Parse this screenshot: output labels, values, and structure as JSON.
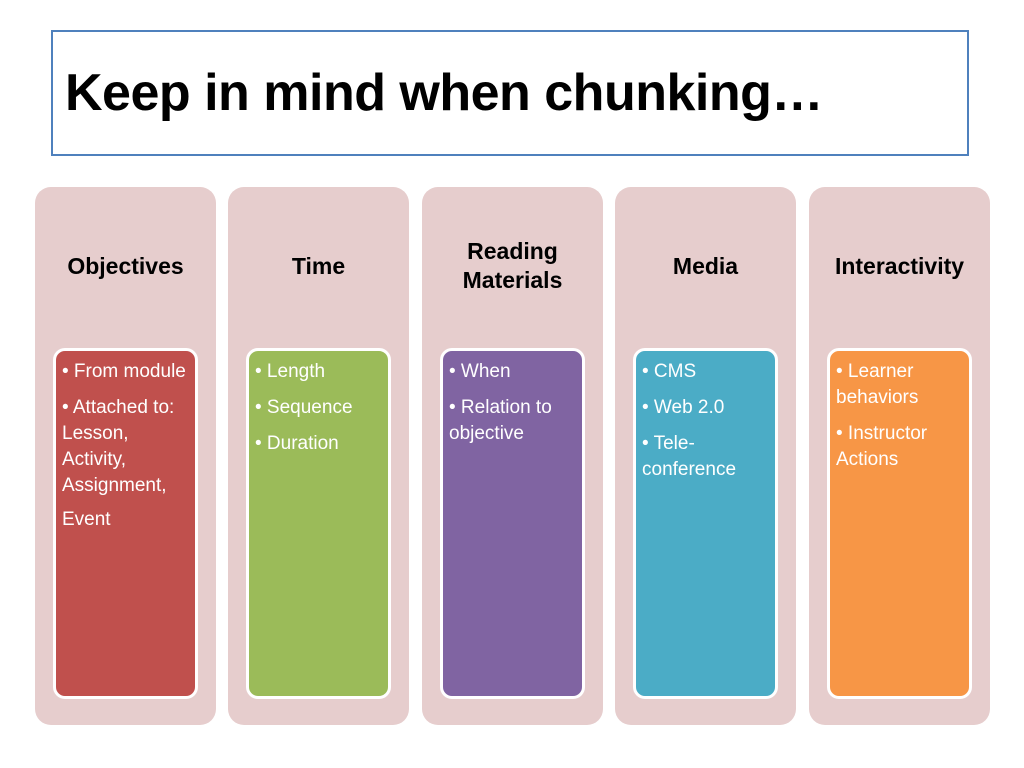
{
  "title": "Keep in mind when chunking…",
  "columns": [
    {
      "label_lines": [
        "Objectives"
      ],
      "color": "#c0504d",
      "items": [
        "• From module",
        "• Attached to: Lesson, Activity, Assignment,",
        "Event"
      ]
    },
    {
      "label_lines": [
        "Time"
      ],
      "color": "#9bbb59",
      "items": [
        "• Length",
        "• Sequence",
        "• Duration"
      ]
    },
    {
      "label_lines": [
        "Reading",
        "Materials"
      ],
      "color": "#8064a2",
      "items": [
        "• When",
        "• Relation to objective"
      ]
    },
    {
      "label_lines": [
        "Media"
      ],
      "color": "#4bacc6",
      "items": [
        "• CMS",
        "• Web 2.0",
        "• Tele-conference"
      ]
    },
    {
      "label_lines": [
        "Interactivity"
      ],
      "color": "#f79646",
      "items": [
        "• Learner behaviors",
        "• Instructor Actions"
      ]
    }
  ]
}
